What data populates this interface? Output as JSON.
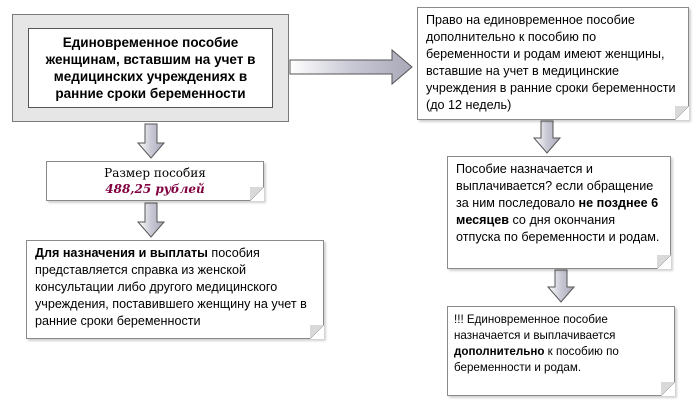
{
  "main_box": {
    "text": "Единовременное пособие женщинам, вставшим на учет в медицинских учреждениях в ранние сроки беременности"
  },
  "right_top": {
    "text": "Право на единовременное пособие дополнительно к пособию по беременности и родам имеют женщины, вставшие на учет в медицинские учреждения в ранние сроки беременности (до 12 недель)"
  },
  "size_box": {
    "label": "Размер пособия",
    "value": "488,25 рублей"
  },
  "left_bottom": {
    "bold": "Для назначения и выплаты",
    "rest": " пособия представляется справка из женской консультации либо другого медицинского учреждения, поставившего женщину на учет в ранние сроки беременности"
  },
  "right_mid": {
    "part1": "Пособие назначается и выплачивается? если обращение за ним последовало ",
    "bold": "не позднее 6 месяцев",
    "part2": " со дня окончания отпуска по беременности и родам."
  },
  "right_bottom": {
    "part1": "!!! Единовременное пособие назначается и выплачивается ",
    "bold": "дополнительно",
    "part2": " к пособию по беременности и родам."
  }
}
